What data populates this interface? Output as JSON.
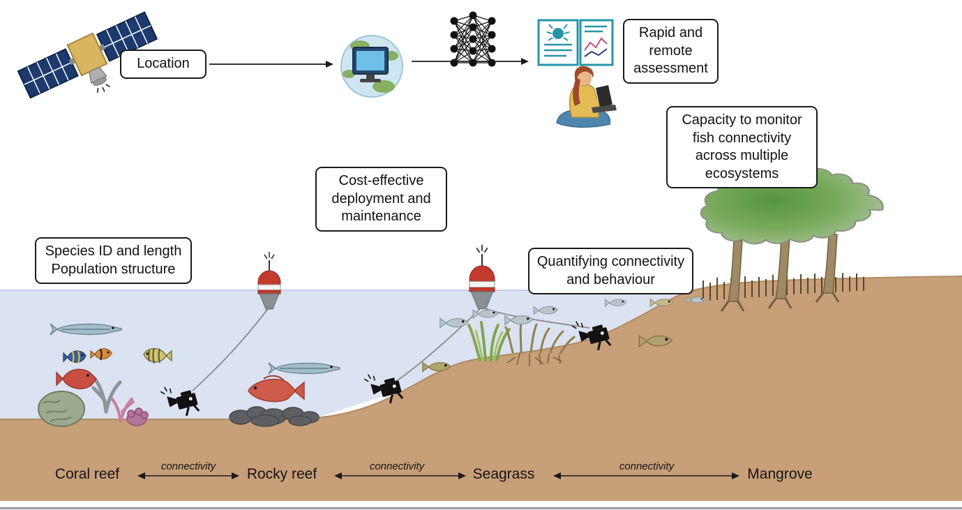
{
  "flow": {
    "location_label": "Location",
    "rapid_lines": [
      "Rapid and",
      "remote",
      "assessment"
    ]
  },
  "callouts": {
    "capacity_lines": [
      "Capacity to monitor",
      "fish connectivity",
      "across multiple",
      "ecosystems"
    ],
    "cost_lines": [
      "Cost-effective",
      "deployment and",
      "maintenance"
    ],
    "species_lines": [
      "Species ID and length",
      "Population structure"
    ],
    "quantifying_lines": [
      "Quantifying connectivity",
      "and behaviour"
    ]
  },
  "ecosystems": {
    "coral": "Coral reef",
    "rocky": "Rocky reef",
    "seagrass": "Seagrass",
    "mangrove": "Mangrove",
    "connectivity": "connectivity"
  },
  "icons": {
    "satellite": "satellite-icon",
    "globe_computer": "globe-computer-icon",
    "neural_network": "neural-network-icon",
    "reports": "report-documents-icon",
    "person_laptop": "person-laptop-icon",
    "buoy": "buoy-icon",
    "camera": "underwater-camera-icon"
  },
  "colors": {
    "water": "#dbe2f1",
    "sand": "#c79f78",
    "teal_accent": "#2596a8",
    "buoy_red": "#c23b2e",
    "canopy_green": "#6aa24c",
    "box_border": "#1a1a1a"
  }
}
